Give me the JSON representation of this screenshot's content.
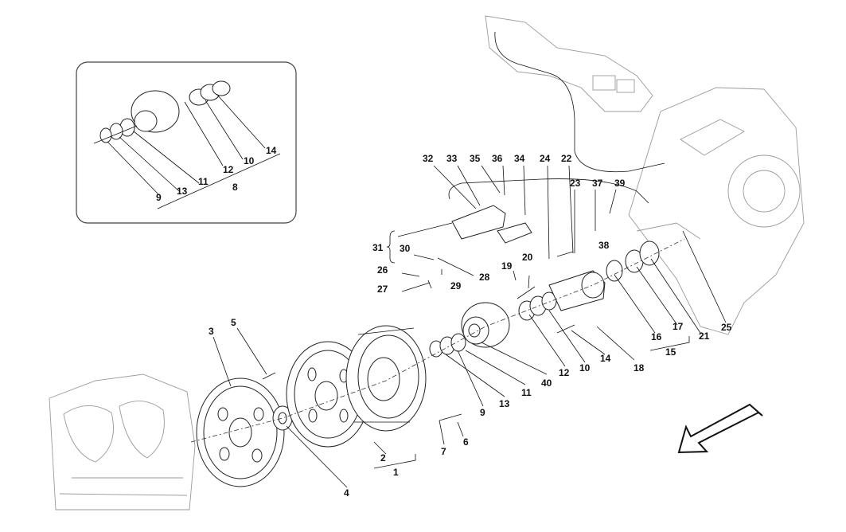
{
  "diagram": {
    "inset_callouts": [
      "9",
      "13",
      "11",
      "12",
      "10",
      "14",
      "8"
    ],
    "main_callouts": [
      "32",
      "33",
      "35",
      "36",
      "34",
      "24",
      "22",
      "23",
      "37",
      "39",
      "38",
      "31",
      "30",
      "28",
      "29",
      "26",
      "27",
      "19",
      "20",
      "3",
      "5",
      "2",
      "1",
      "4",
      "7",
      "6",
      "9",
      "13",
      "11",
      "40",
      "12",
      "10",
      "14",
      "18",
      "16",
      "17",
      "21",
      "25",
      "15"
    ]
  }
}
